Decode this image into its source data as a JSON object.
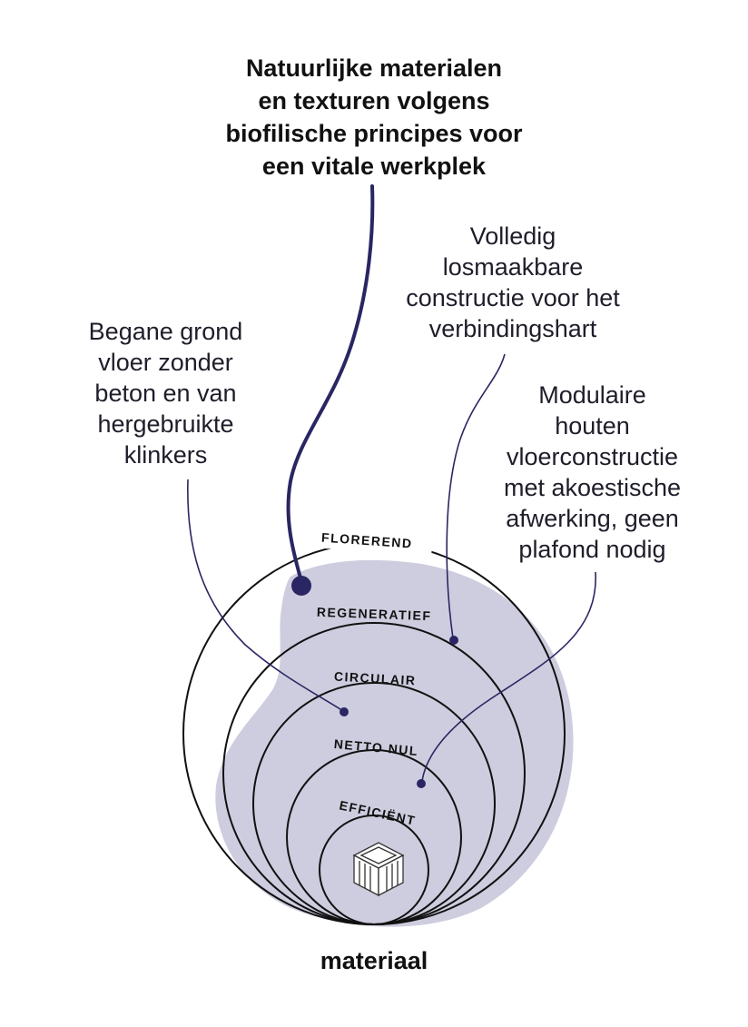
{
  "title": "Natuurlijke materialen\nen texturen volgens\nbiofilische principes voor\neen vitale werkplek",
  "annotations": {
    "losmaakbaar": "Volledig\nlosmaakbare\nconstructie voor het\nverbindingshart",
    "begane_grond": "Begane grond\nvloer zonder\nbeton en van\nhergebruikte\nklinkers",
    "modulair": "Modulaire\nhouten\nvloerconstructie\nmet akoestische\nafwerking, geen\nplafond nodig"
  },
  "rings": {
    "florerend": "FLORERend",
    "regeneratief": "REGENERATIEF",
    "circulair": "CIRCULAIR",
    "netto_nul": "NETTO NUL",
    "efficient": "EFFICIËNT"
  },
  "footer": "materiaal",
  "icon": "wooden-crate-icon",
  "colors": {
    "accent": "#2a2663",
    "blob": "#c9c8dc",
    "line": "#111111"
  }
}
